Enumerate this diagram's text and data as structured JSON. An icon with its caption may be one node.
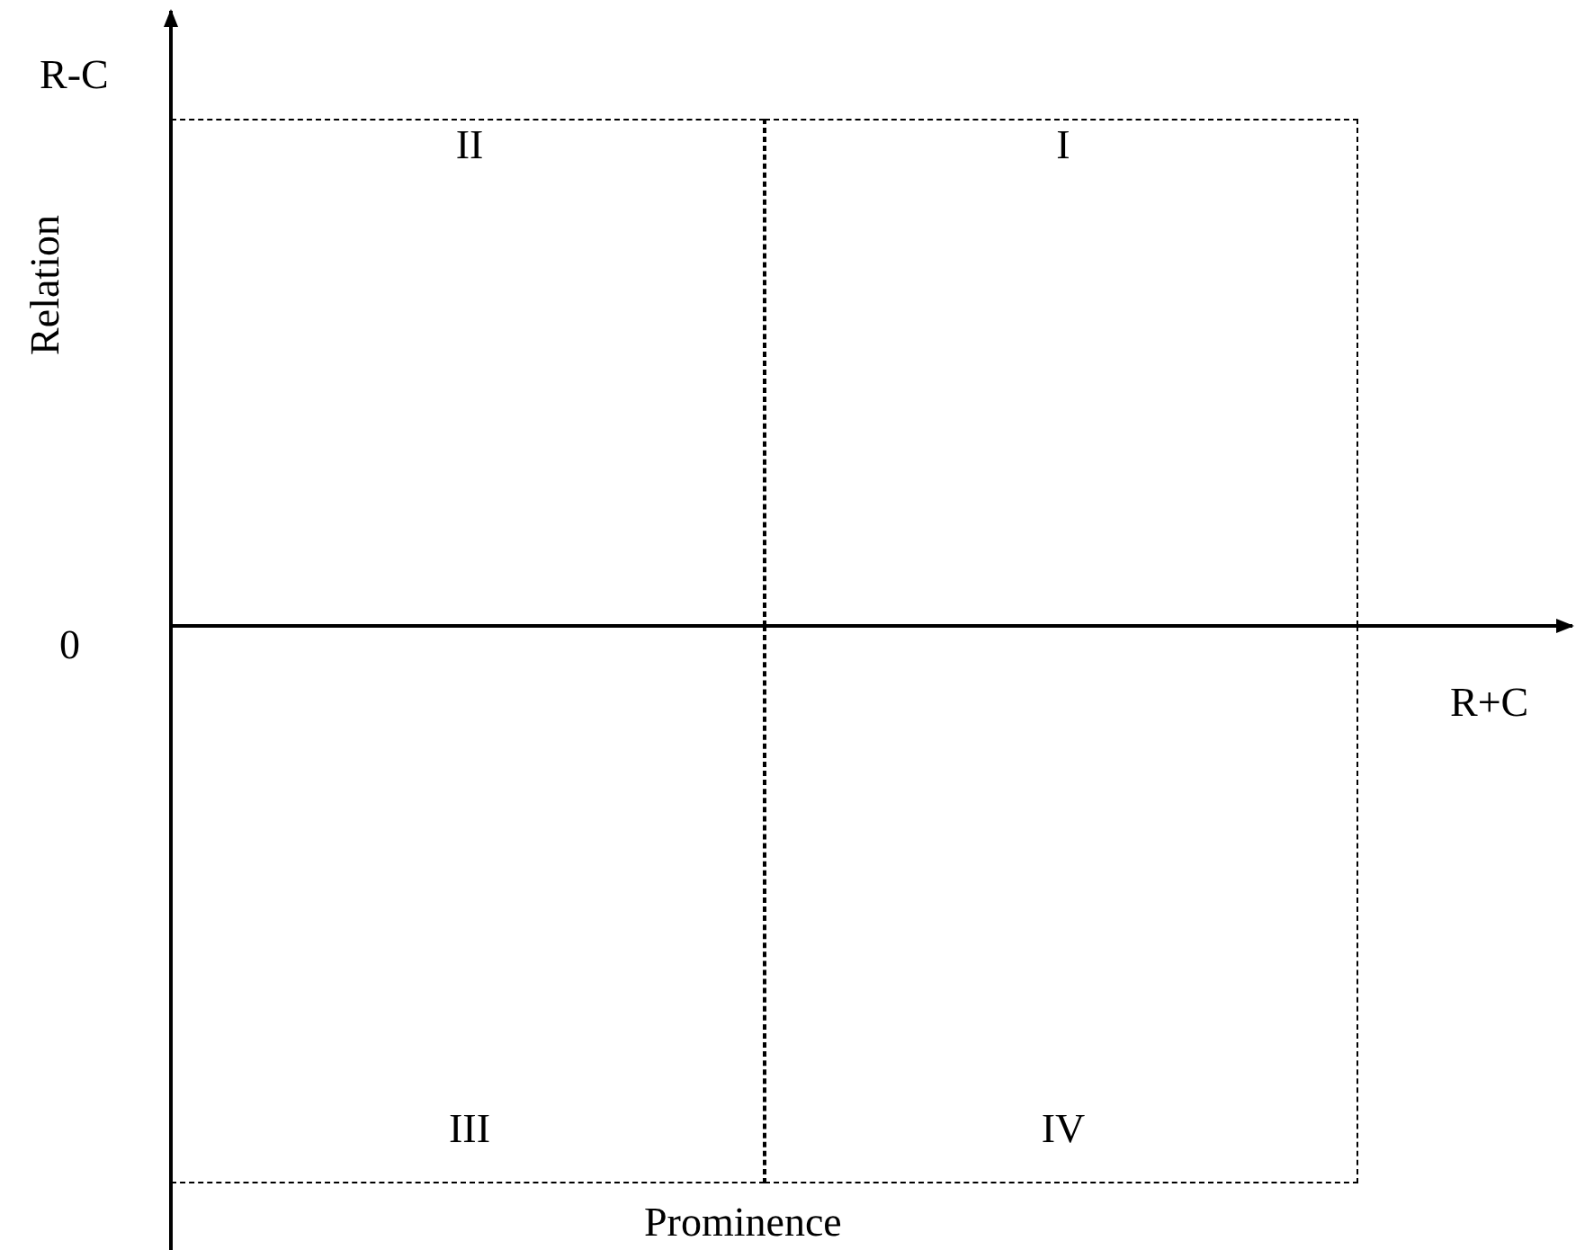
{
  "diagram": {
    "nodes": [
      {
        "text": [
          "II"
        ]
      },
      {
        "text": [
          "I"
        ]
      },
      {
        "text": [
          "III"
        ]
      },
      {
        "text": [
          "IV"
        ]
      }
    ],
    "labels": [
      "R-C",
      "Relation",
      "0",
      "R+C",
      "Prominence"
    ]
  }
}
